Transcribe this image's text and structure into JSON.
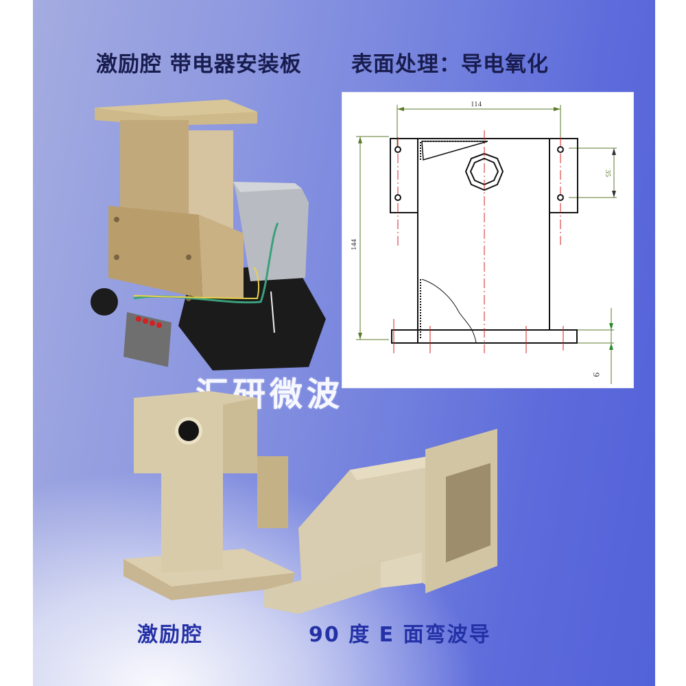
{
  "headings": {
    "left": "激励腔 带电器安装板",
    "right": "表面处理：导电氧化"
  },
  "watermark": "汇研微波",
  "captions": {
    "cavity": "激励腔",
    "bend": "90 度 E 面弯波导"
  },
  "drawing": {
    "dim_width": "114",
    "dim_height": "144",
    "dim_hole_spacing": "35",
    "dim_flange_thickness": "9",
    "colors": {
      "outline": "#111111",
      "centerline": "#d42020",
      "dimension": "#5a7a2a"
    }
  },
  "colors": {
    "background_light": "#a4ace0",
    "background_dark": "#5262d8",
    "heading_text": "#181c4e",
    "caption_text": "#2431a6",
    "part_tan": "#c9b48a",
    "part_light": "#ddd0b0"
  }
}
